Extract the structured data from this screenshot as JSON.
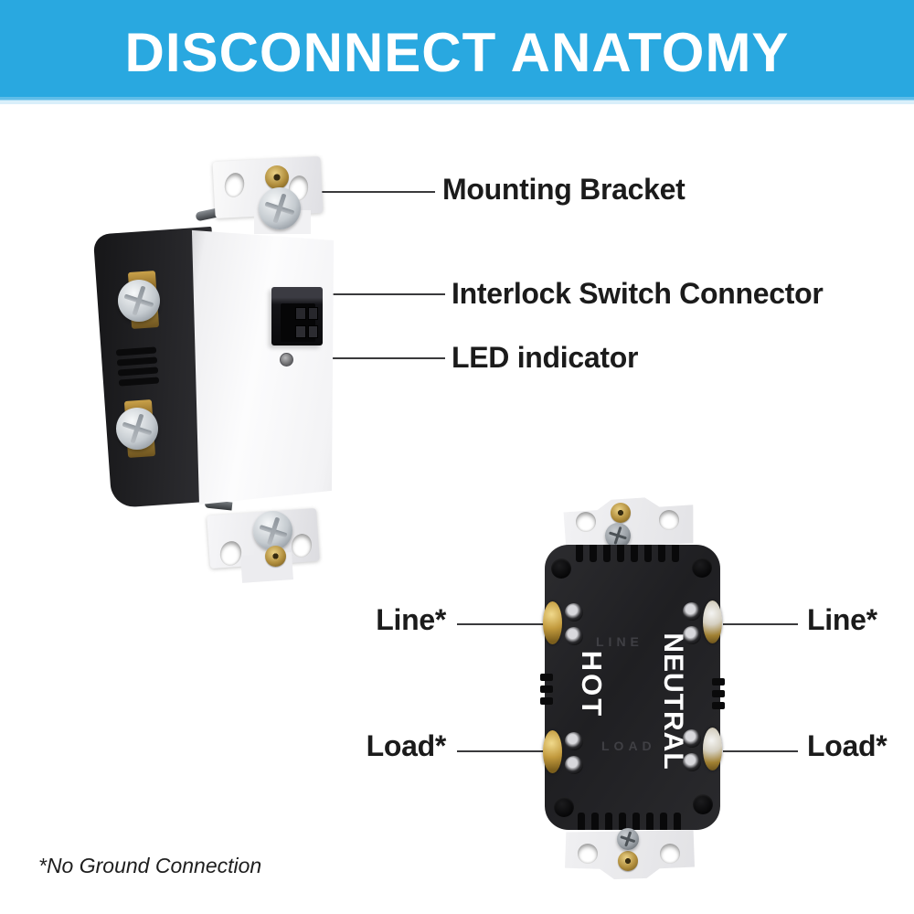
{
  "title": "DISCONNECT ANATOMY",
  "colors": {
    "banner_blue": "#29a8e0",
    "label_text": "#1b1b1b",
    "leader_line": "#3a3a3c",
    "device_body_dark": "#242427",
    "faceplate_white": "#f5f5f7",
    "brass": "#b08d3c"
  },
  "front_view": {
    "callouts": {
      "mounting_bracket": "Mounting Bracket",
      "interlock": "Interlock Switch Connector",
      "led": "LED indicator"
    }
  },
  "back_view": {
    "callouts": {
      "line_left": "Line*",
      "load_left": "Load*",
      "line_right": "Line*",
      "load_right": "Load*"
    },
    "markings": {
      "hot": "HOT",
      "neutral": "NEUTRAL",
      "line_emboss": "LINE",
      "load_emboss": "LOAD"
    }
  },
  "footnote": "*No Ground Connection"
}
